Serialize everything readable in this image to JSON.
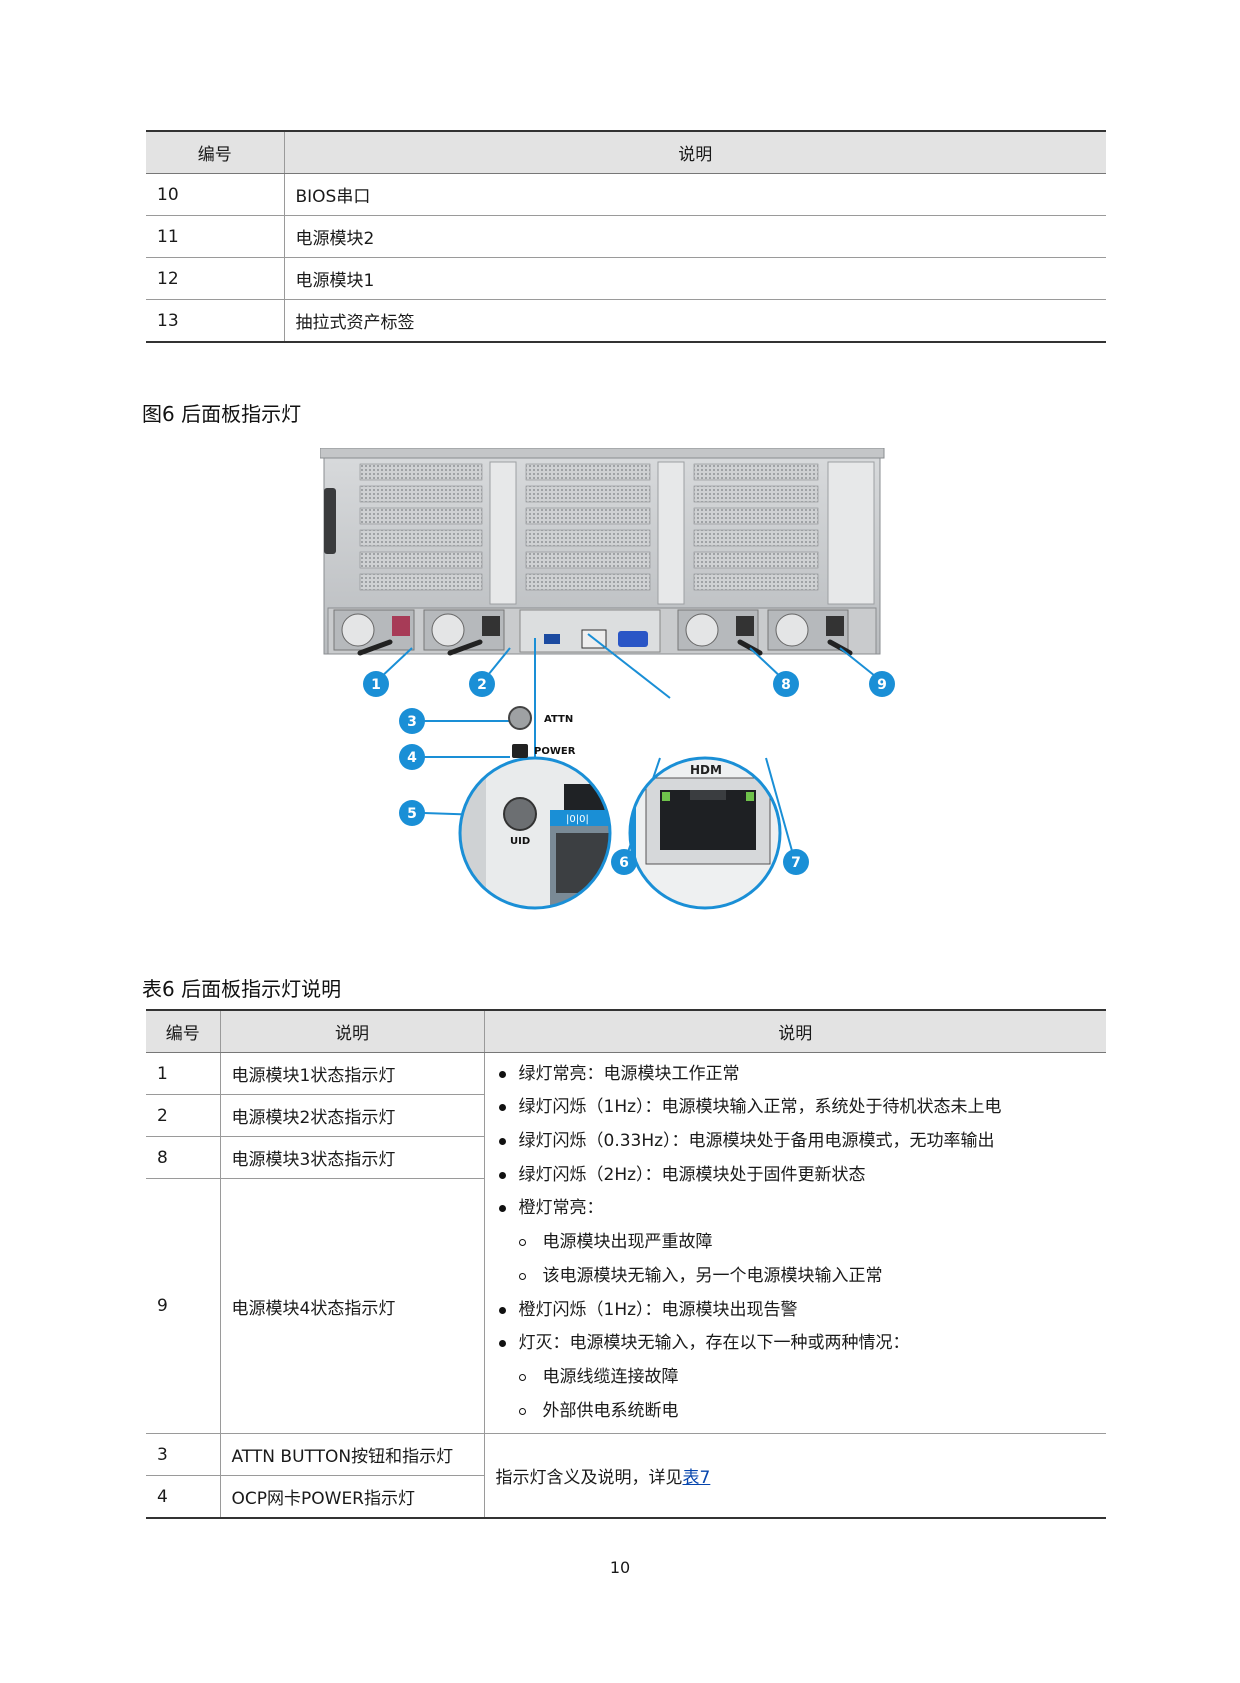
{
  "table1": {
    "header": [
      "编号",
      "说明"
    ],
    "rows": [
      {
        "num": "10",
        "desc": "BIOS串口"
      },
      {
        "num": "11",
        "desc": "电源模块2"
      },
      {
        "num": "12",
        "desc": "电源模块1"
      },
      {
        "num": "13",
        "desc": "抽拉式资产标签"
      }
    ]
  },
  "figure": {
    "caption": "图6 后面板指示灯",
    "callouts": [
      "1",
      "2",
      "3",
      "4",
      "5",
      "6",
      "7",
      "8",
      "9"
    ],
    "inset_labels": {
      "attn": "ATTN",
      "power": "POWER",
      "uid": "UID",
      "hdm": "HDM",
      "ocp_symbol": "|0|0|"
    },
    "accent_color": "#1a8fd6"
  },
  "table2": {
    "caption": "表6 后面板指示灯说明",
    "header": [
      "编号",
      "说明",
      "说明"
    ],
    "rows": [
      {
        "num": "1",
        "name": "电源模块1状态指示灯"
      },
      {
        "num": "2",
        "name": "电源模块2状态指示灯"
      },
      {
        "num": "8",
        "name": "电源模块3状态指示灯"
      },
      {
        "num": "9",
        "name": "电源模块4状态指示灯"
      },
      {
        "num": "3",
        "name": "ATTN BUTTON按钮和指示灯"
      },
      {
        "num": "4",
        "name": "OCP网卡POWER指示灯"
      }
    ],
    "psu_desc": [
      "绿灯常亮：电源模块工作正常",
      "绿灯闪烁（1Hz）：电源模块输入正常，系统处于待机状态未上电",
      "绿灯闪烁（0.33Hz）：电源模块处于备用电源模式，无功率输出",
      "绿灯闪烁（2Hz）：电源模块处于固件更新状态",
      "橙灯常亮：",
      "电源模块出现严重故障",
      "该电源模块无输入，另一个电源模块输入正常",
      "橙灯闪烁（1Hz）：电源模块出现告警",
      "灯灭：电源模块无输入，存在以下一种或两种情况：",
      "电源线缆连接故障",
      "外部供电系统断电"
    ],
    "other_desc": "指示灯含义及说明，详见",
    "other_link": "表7"
  },
  "page_number": "10"
}
